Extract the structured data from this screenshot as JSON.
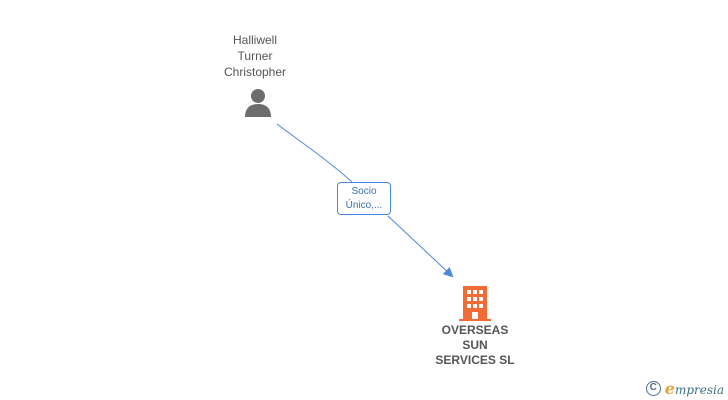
{
  "person": {
    "name_lines": [
      "Halliwell",
      "Turner",
      "Christopher"
    ],
    "icon": "person-icon"
  },
  "relationship": {
    "label_lines": [
      "Socio",
      "Único,..."
    ],
    "color": "#4a89dc"
  },
  "company": {
    "name_lines": [
      "OVERSEAS",
      "SUN",
      "SERVICES SL"
    ],
    "icon": "building-icon",
    "color": "#f26a35"
  },
  "branding": {
    "copyright_symbol": "C",
    "logo_initial": "e",
    "logo_rest": "mpresia"
  }
}
